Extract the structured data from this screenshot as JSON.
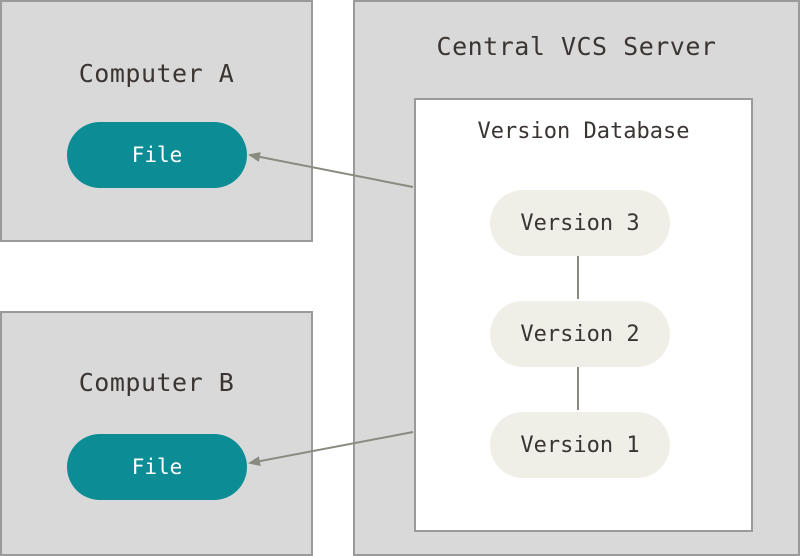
{
  "computer_a": {
    "title": "Computer A",
    "file_label": "File"
  },
  "computer_b": {
    "title": "Computer B",
    "file_label": "File"
  },
  "server": {
    "title": "Central VCS Server",
    "database": {
      "title": "Version Database",
      "versions": [
        "Version 3",
        "Version 2",
        "Version 1"
      ]
    }
  },
  "colors": {
    "box_fill": "#d9d9d9",
    "box_border": "#9a9a9a",
    "file_pill": "#0c8c95",
    "version_pill": "#efefe8",
    "arrow": "#8a8a80"
  }
}
